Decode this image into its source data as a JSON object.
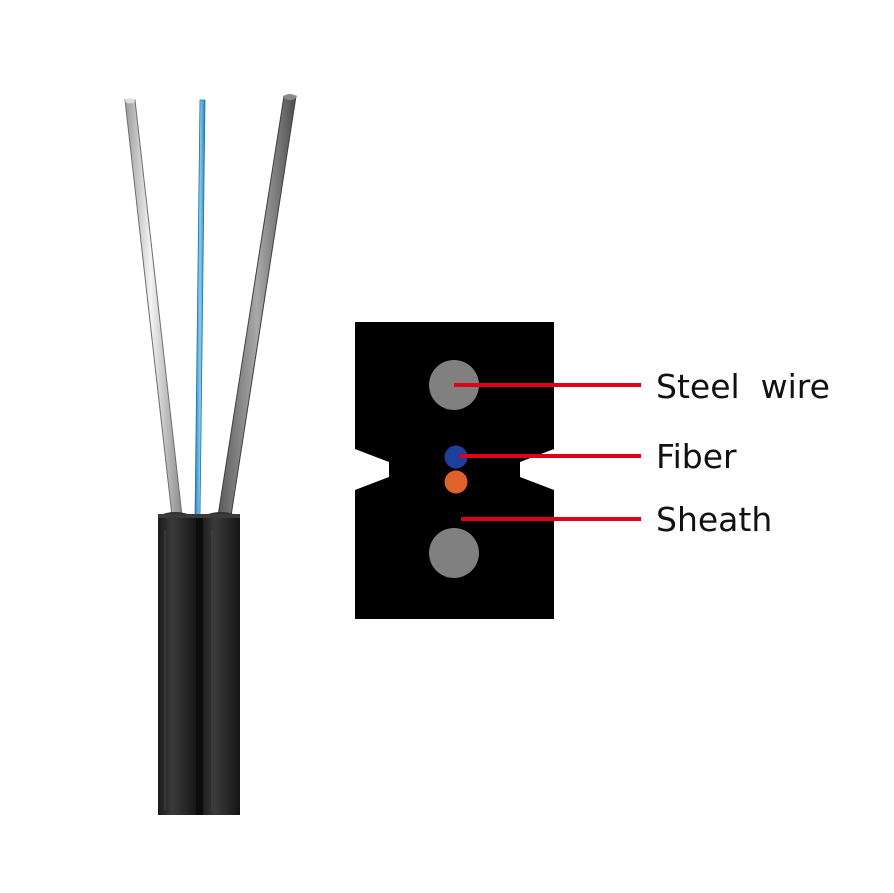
{
  "diagram": {
    "callouts": [
      {
        "id": "steel-wire",
        "label": "Steel  wire"
      },
      {
        "id": "fiber",
        "label": "Fiber"
      },
      {
        "id": "sheath",
        "label": "Sheath"
      }
    ],
    "colors": {
      "background": "#ffffff",
      "sheath": "#000000",
      "steel_wire": "#808080",
      "fiber_blue": "#1f3f9f",
      "fiber_orange": "#e0622a",
      "leader_line": "#e00018",
      "cable_black": "#202020",
      "fiber_strand_blue": "#4aa8e0",
      "wire_silver": "#c8c8c8",
      "wire_gray": "#7a7a7a"
    }
  }
}
